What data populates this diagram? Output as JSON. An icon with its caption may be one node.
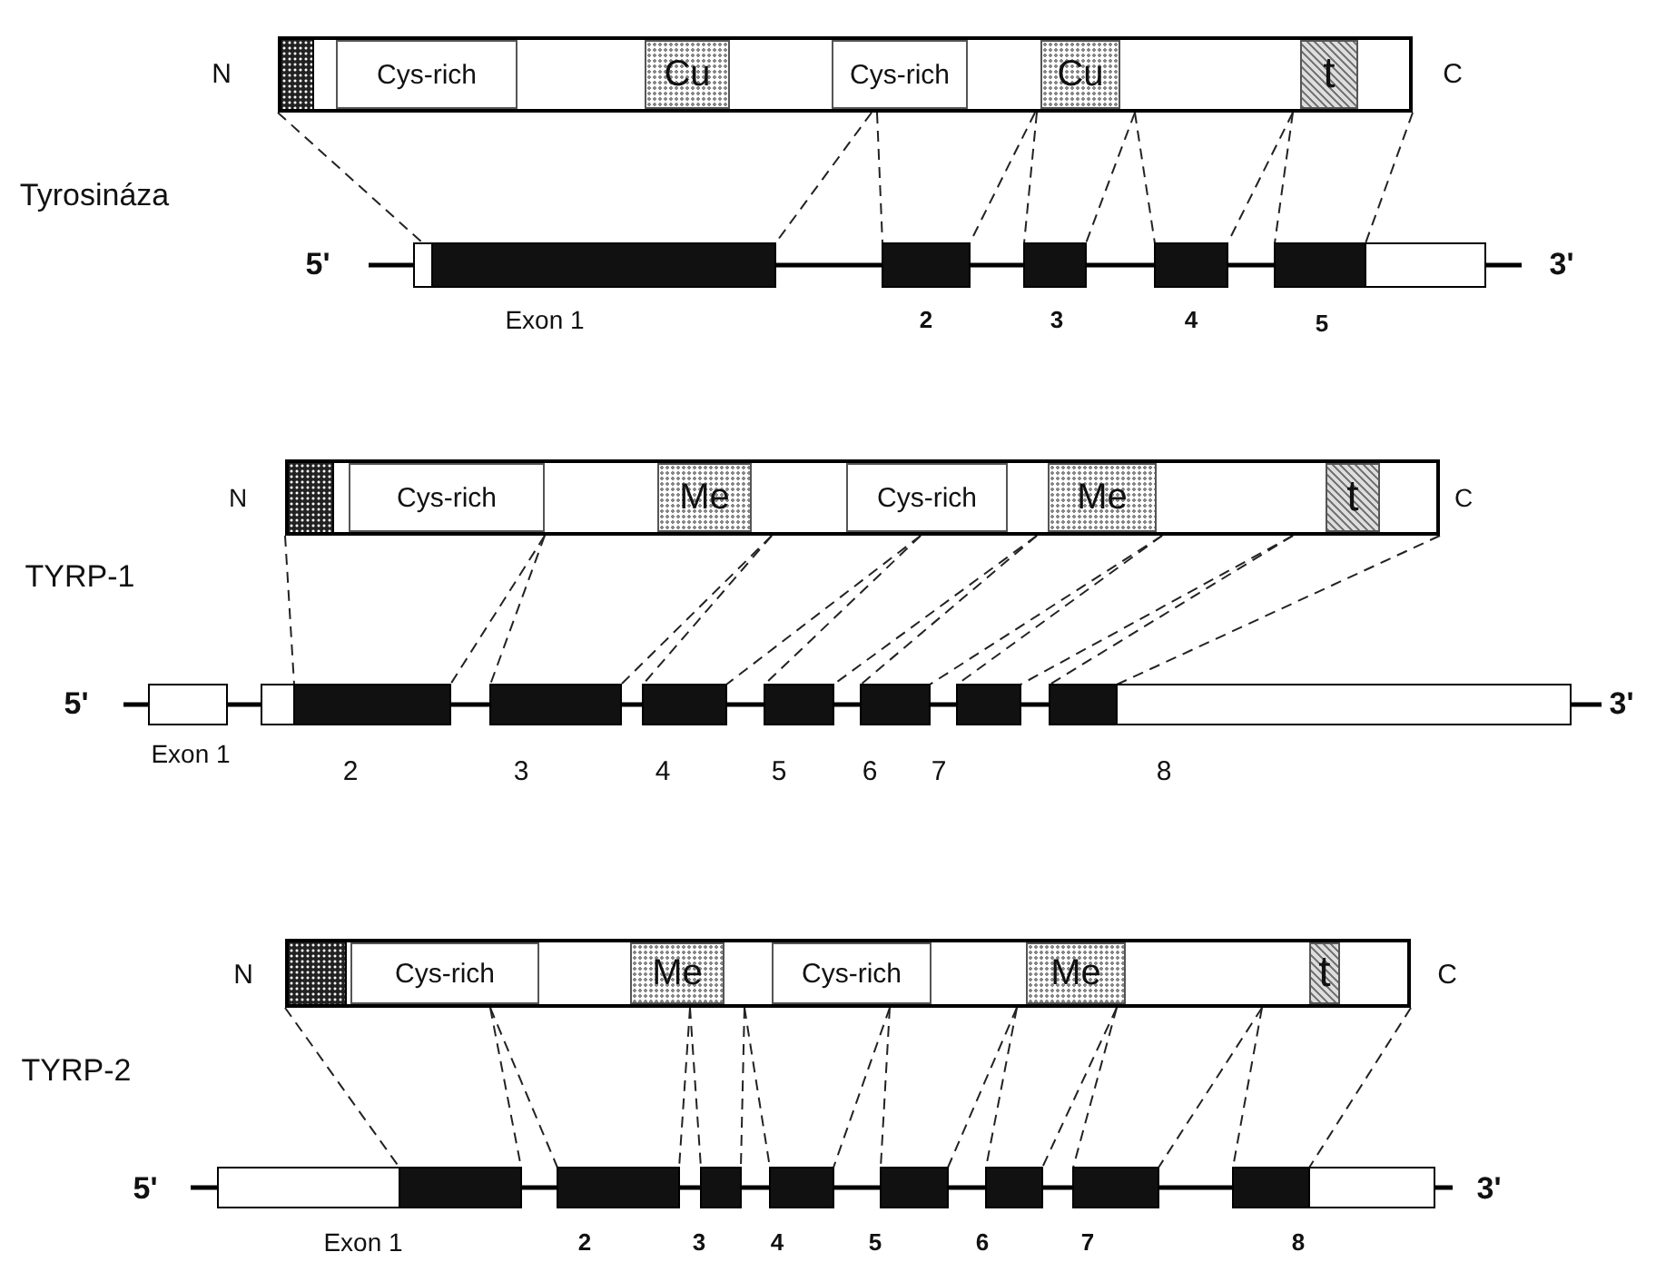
{
  "diagram": {
    "nodes": [
      {
        "text": [],
        "shape": "bar"
      },
      {
        "text": [
          "Cys-rich"
        ],
        "in": 0
      },
      {
        "text": [
          "Cu"
        ],
        "in": 0
      },
      {
        "text": [
          "Cys-rich"
        ],
        "in": 0
      },
      {
        "text": [
          "Cu"
        ],
        "in": 0
      },
      {
        "text": [
          "t"
        ],
        "in": 0
      },
      {
        "text": [],
        "shape": "bar"
      },
      {
        "text": [
          "Cys-rich"
        ],
        "in": 6
      },
      {
        "text": [
          "Me"
        ],
        "in": 6
      },
      {
        "text": [
          "Cys-rich"
        ],
        "in": 6
      },
      {
        "text": [
          "Me"
        ],
        "in": 6
      },
      {
        "text": [
          "t"
        ],
        "in": 6
      },
      {
        "text": [],
        "shape": "bar"
      },
      {
        "text": [
          "Cys-rich"
        ],
        "in": 12
      },
      {
        "text": [
          "Me"
        ],
        "in": 12
      },
      {
        "text": [
          "Cys-rich"
        ],
        "in": 12
      },
      {
        "text": [
          "Me"
        ],
        "in": 12
      },
      {
        "text": [
          "t"
        ],
        "in": 12
      }
    ],
    "labels": [
      "N",
      "C",
      "Tyrosináza",
      "5'",
      "3'",
      "Exon 1",
      "2",
      "3",
      "4",
      "5",
      "N",
      "C",
      "TYRP-1",
      "5'",
      "3'",
      "Exon 1",
      "2",
      "3",
      "4",
      "5",
      "6",
      "7",
      "8",
      "N",
      "C",
      "TYRP-2",
      "5'",
      "3'",
      "Exon 1",
      "2",
      "3",
      "4",
      "5",
      "6",
      "7",
      "8"
    ]
  }
}
